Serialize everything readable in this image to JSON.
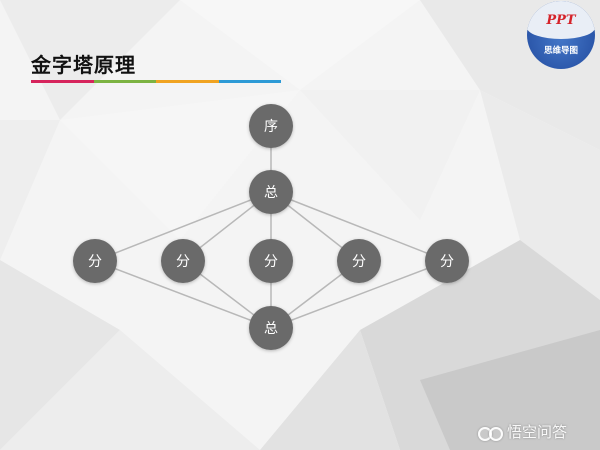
{
  "slide": {
    "title": "金字塔原理",
    "title_bar_colors": [
      "#d6245c",
      "#7cb342",
      "#f0a321",
      "#2d9ad6"
    ]
  },
  "logo": {
    "brand": "PPT",
    "subtitle": "思维导图"
  },
  "diagram": {
    "node_color": "#6b6b6b",
    "node_text_color": "#ffffff",
    "line_color": "#b8b8b8",
    "nodes": [
      {
        "id": "top",
        "label": "序"
      },
      {
        "id": "summary-top",
        "label": "总"
      },
      {
        "id": "part-1",
        "label": "分"
      },
      {
        "id": "part-2",
        "label": "分"
      },
      {
        "id": "part-3",
        "label": "分"
      },
      {
        "id": "part-4",
        "label": "分"
      },
      {
        "id": "part-5",
        "label": "分"
      },
      {
        "id": "summary-bottom",
        "label": "总"
      }
    ],
    "edges": [
      [
        "top",
        "summary-top"
      ],
      [
        "summary-top",
        "part-1"
      ],
      [
        "summary-top",
        "part-2"
      ],
      [
        "summary-top",
        "part-3"
      ],
      [
        "summary-top",
        "part-4"
      ],
      [
        "summary-top",
        "part-5"
      ],
      [
        "part-1",
        "summary-bottom"
      ],
      [
        "part-2",
        "summary-bottom"
      ],
      [
        "part-3",
        "summary-bottom"
      ],
      [
        "part-4",
        "summary-bottom"
      ],
      [
        "part-5",
        "summary-bottom"
      ]
    ]
  },
  "watermark": {
    "text": "悟空问答",
    "icon": "bubble-icon"
  }
}
